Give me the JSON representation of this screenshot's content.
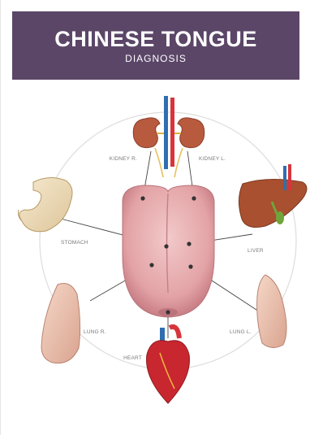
{
  "header": {
    "title": "CHINESE TONGUE",
    "subtitle": "DIAGNOSIS",
    "bg_color": "#5b4668"
  },
  "organs": [
    {
      "id": "kidney-r",
      "label": "KIDNEY R."
    },
    {
      "id": "kidney-l",
      "label": "KIDNEY L."
    },
    {
      "id": "stomach",
      "label": "STOMACH"
    },
    {
      "id": "liver",
      "label": "LIVER"
    },
    {
      "id": "lung-r",
      "label": "LUNG R."
    },
    {
      "id": "lung-l",
      "label": "LUNG L."
    },
    {
      "id": "heart",
      "label": "HEART"
    }
  ],
  "icons": [
    "kidneys-icon",
    "liver-icon",
    "stomach-icon",
    "lung-icon",
    "heart-icon",
    "tongue-icon"
  ]
}
